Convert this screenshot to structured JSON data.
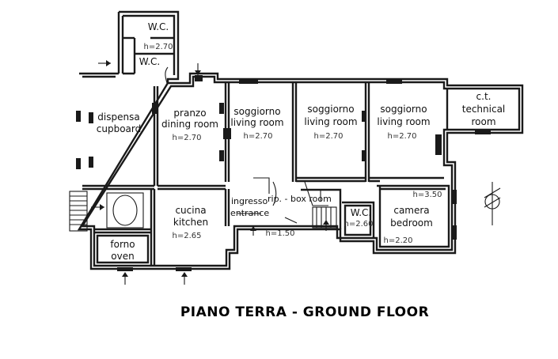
{
  "title": "PIANO TERRA - GROUND FLOOR",
  "rooms": {
    "wc_top": {
      "label": "W.C.",
      "height": "h=2.70"
    },
    "wc_small": {
      "label": "W.C."
    },
    "dispensa": {
      "line1": "dispensa",
      "line2": "cupboard"
    },
    "pranzo": {
      "line1": "pranzo",
      "line2": "dining room",
      "height": "h=2.70"
    },
    "soggiorno1": {
      "line1": "soggiorno",
      "line2": "living room",
      "height": "h=2.70"
    },
    "soggiorno2": {
      "line1": "soggiorno",
      "line2": "living room",
      "height": "h=2.70"
    },
    "soggiorno3": {
      "line1": "soggiorno",
      "line2": "living room",
      "height": "h=2.70"
    },
    "ct": {
      "line1": "c.t.",
      "line2": "technical",
      "line3": "room"
    },
    "cucina": {
      "line1": "cucina",
      "line2": "kitchen",
      "height": "h=2.65"
    },
    "forno": {
      "line1": "forno",
      "line2": "oven"
    },
    "ingresso": {
      "line1": "ingresso",
      "line2": "entrance",
      "height": "h=1.50"
    },
    "ripostiglio": {
      "label": "rip. - box room"
    },
    "wc_lower": {
      "label": "W.C.",
      "height": "h=2.60"
    },
    "camera": {
      "line1": "camera",
      "line2": "bedroom",
      "height_top": "h=3.50",
      "height_bottom": "h=2.20"
    }
  },
  "icons": [
    "north-arrow-icon",
    "entrance-arrow-icon",
    "staircase-icon"
  ]
}
